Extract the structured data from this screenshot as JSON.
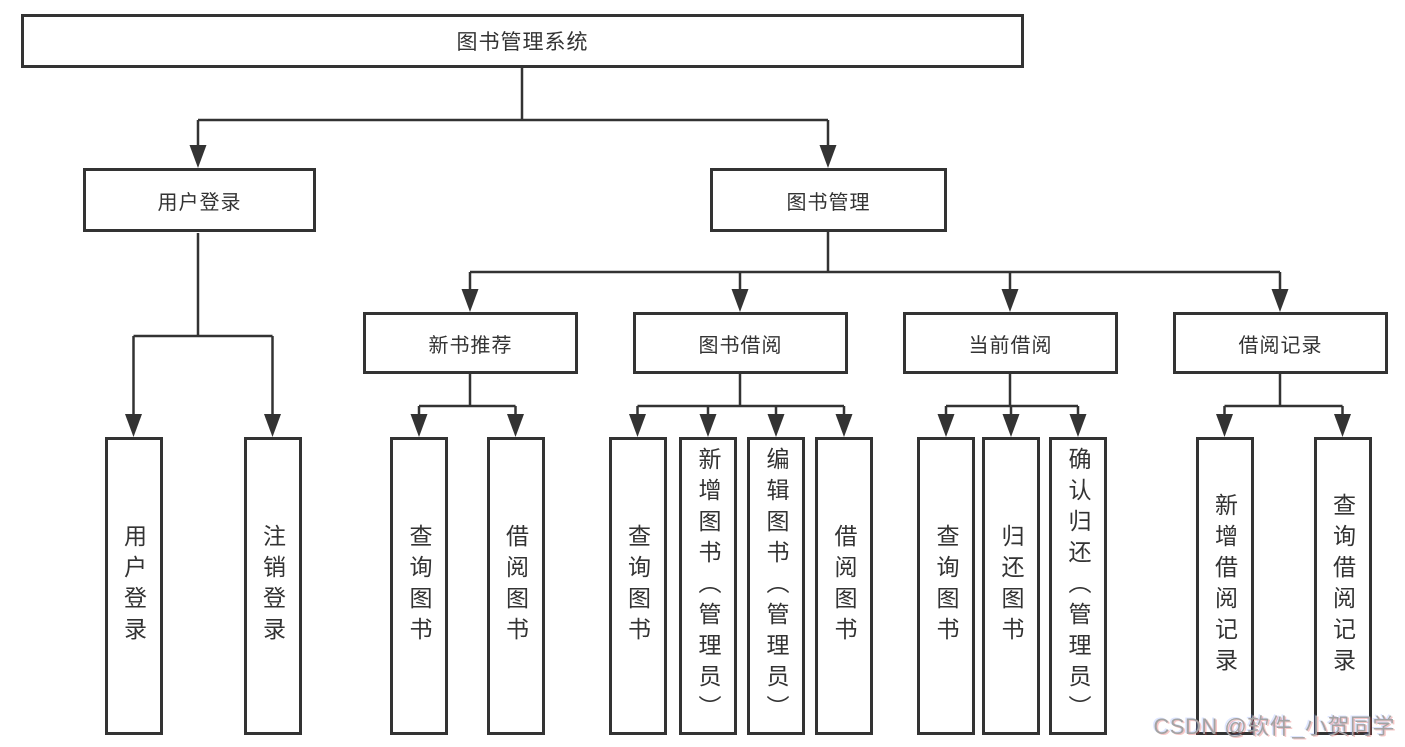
{
  "tree": {
    "root": "图书管理系统",
    "branches": [
      {
        "label": "用户登录",
        "leaves": [
          "用户登录",
          "注销登录"
        ]
      },
      {
        "label": "图书管理",
        "groups": [
          {
            "label": "新书推荐",
            "leaves": [
              "查询图书",
              "借阅图书"
            ]
          },
          {
            "label": "图书借阅",
            "leaves": [
              "查询图书",
              "新增图书（管理员）",
              "编辑图书（管理员）",
              "借阅图书"
            ]
          },
          {
            "label": "当前借阅",
            "leaves": [
              "查询图书",
              "归还图书",
              "确认归还（管理员）"
            ]
          },
          {
            "label": "借阅记录",
            "leaves": [
              "新增借阅记录",
              "查询借阅记录"
            ]
          }
        ]
      }
    ]
  },
  "watermark": {
    "text": "CSDN @软件_小贺同学"
  },
  "colors": {
    "line": "#333333",
    "text": "#333333",
    "bg": "#ffffff",
    "watermark": "#a3a3a3"
  }
}
